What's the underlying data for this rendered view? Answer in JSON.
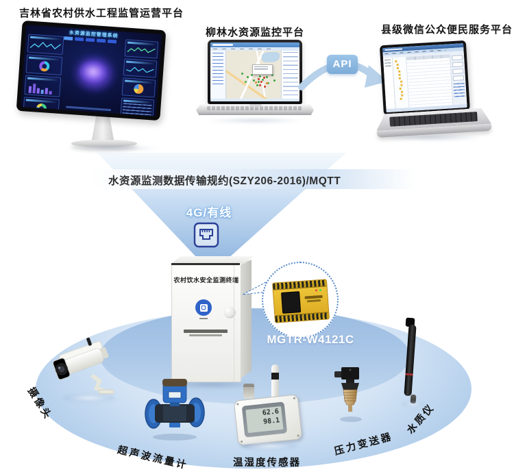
{
  "header": {
    "platform_left": "吉林省农村供水工程监管运营平台",
    "platform_center": "柳林水资源监控平台",
    "platform_right": "县级微信公众便民服务平台"
  },
  "screens": {
    "dashboard_title": "水资源监控管理系统"
  },
  "api": {
    "label": "API"
  },
  "protocol_text": "水资源监测数据传输规约(SZY206-2016)/MQTT",
  "uplink": {
    "label": "4G/有线"
  },
  "terminal": {
    "cabinet_title": "农村饮水安全监测终端",
    "module_model": "MGTR-W4121C"
  },
  "sensors": {
    "camera": "摄像头",
    "flowmeter": "超声波流量计",
    "temp_humidity": "温湿度传感器",
    "pressure": "压力变送器",
    "water_quality": "水质仪",
    "lcd_top": "62.6",
    "lcd_bottom": "98.1"
  },
  "colors": {
    "api_badge": "#8ab8e0",
    "funnel_blue": "#a9c8ea",
    "platform_ellipse": "#c6dcf2",
    "module_yellow": "#e8b81f",
    "dashboard_bg": "#0a1038"
  }
}
